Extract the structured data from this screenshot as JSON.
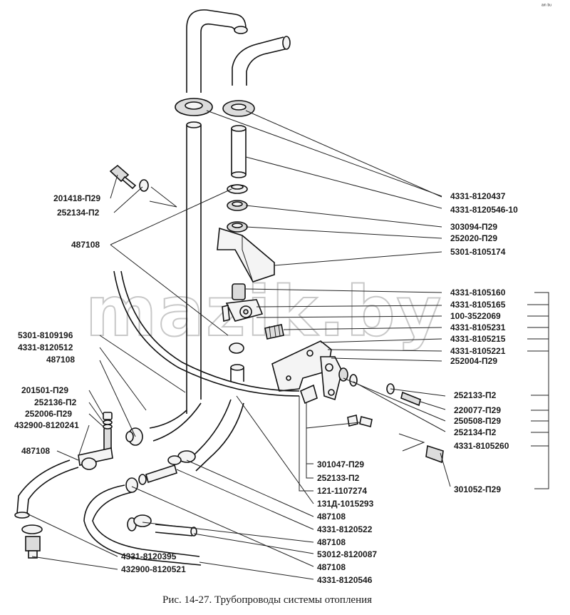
{
  "caption": "Рис. 14-27. Трубопроводы системы отопления",
  "watermark": "mazik.by",
  "corner_mark": "ᵃᵐ ᵇᵘ",
  "labels": {
    "l_4331_8120437": "4331-8120437",
    "l_4331_8120546_10": "4331-8120546-10",
    "l_303094_p29": "303094-П29",
    "l_252020_p29": "252020-П29",
    "l_5301_8105174": "5301-8105174",
    "l_4331_8105160": "4331-8105160",
    "l_4331_8105165": "4331-8105165",
    "l_100_3522069": "100-3522069",
    "l_4331_8105231": "4331-8105231",
    "l_4331_8105215": "4331-8105215",
    "l_4331_8105221": "4331-8105221",
    "l_252004_p29": "252004-П29",
    "l_252133_p2_r": "252133-П2",
    "l_220077_p29": "220077-П29",
    "l_250508_p29": "250508-П29",
    "l_252134_p2_r": "252134-П2",
    "l_4331_8105260": "4331-8105260",
    "l_301052_p29": "301052-П29",
    "l_301047_p29": "301047-П29",
    "l_252133_p2_m": "252133-П2",
    "l_121_1107274": "121-1107274",
    "l_131d_1015293": "131Д-1015293",
    "l_487108_m1": "487108",
    "l_4331_8120522": "4331-8120522",
    "l_487108_m2": "487108",
    "l_53012_8120087": "53012-8120087",
    "l_487108_m3": "487108",
    "l_4331_8120546": "4331-8120546",
    "l_201418_p29": "201418-П29",
    "l_252134_p2_l": "252134-П2",
    "l_487108_l1": "487108",
    "l_5301_8109196": "5301-8109196",
    "l_4331_8120512": "4331-8120512",
    "l_487108_l2": "487108",
    "l_201501_p29": "201501-П29",
    "l_252136_p2": "252136-П2",
    "l_252006_p29": "252006-П29",
    "l_432900_8120241": "432900-8120241",
    "l_487108_l3": "487108",
    "l_4331_8120395": "4331-8120395",
    "l_432900_8120521": "432900-8120521"
  },
  "icons": {
    "hose": "bent-hose-icon",
    "clamp": "hose-clamp-icon",
    "bolt": "bolt-icon",
    "washer": "washer-icon",
    "valve": "heater-valve-icon",
    "bracket": "bracket-icon",
    "grommet": "rubber-grommet-icon"
  }
}
